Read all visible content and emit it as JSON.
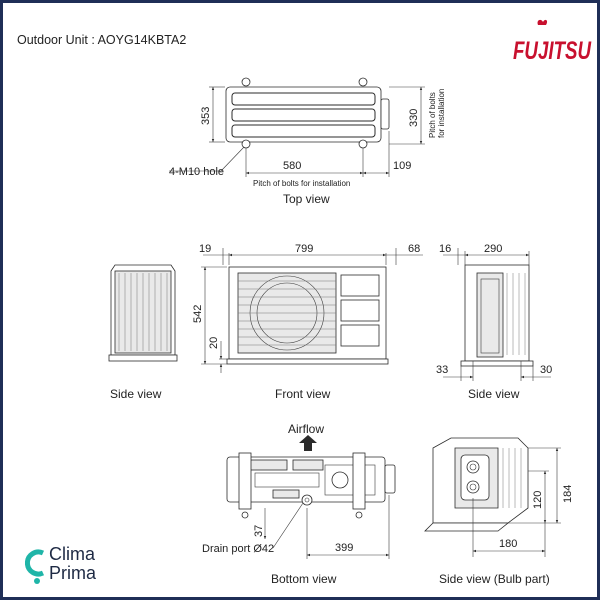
{
  "header": {
    "title": "Outdoor Unit : AOYG14KBTA2",
    "brand": "FUJITSU",
    "brand_color": "#c8102e"
  },
  "top_view": {
    "caption": "Top view",
    "dims": {
      "depth": "353",
      "bolt_pitch_depth": "330",
      "bolt_pitch_width": "580",
      "offset_right": "109"
    },
    "labels": {
      "hole": "4-M10 hole",
      "pitch_bottom": "Pitch of bolts for installation",
      "pitch_side_1": "Pitch of bolts",
      "pitch_side_2": "for installation"
    }
  },
  "side_view_left": {
    "caption": "Side view"
  },
  "front_view": {
    "caption": "Front view",
    "dims": {
      "left": "19",
      "width": "799",
      "right": "68",
      "height": "542",
      "base": "20"
    }
  },
  "side_view_right": {
    "caption": "Side view",
    "dims": {
      "top_left": "16",
      "top_width": "290",
      "bottom_left": "33",
      "bottom_right": "30"
    }
  },
  "bottom_view": {
    "caption": "Bottom view",
    "airflow": "Airflow",
    "dims": {
      "drain_offset": "37",
      "drain_dist": "399"
    },
    "labels": {
      "drain": "Drain port Ø42"
    }
  },
  "bulb_view": {
    "caption": "Side view (Bulb part)",
    "dims": {
      "h1": "120",
      "h2": "184",
      "w": "180"
    }
  },
  "footer": {
    "logo_line1": "Clima",
    "logo_line2": "Prima",
    "logo_color": "#1fb5a8"
  }
}
